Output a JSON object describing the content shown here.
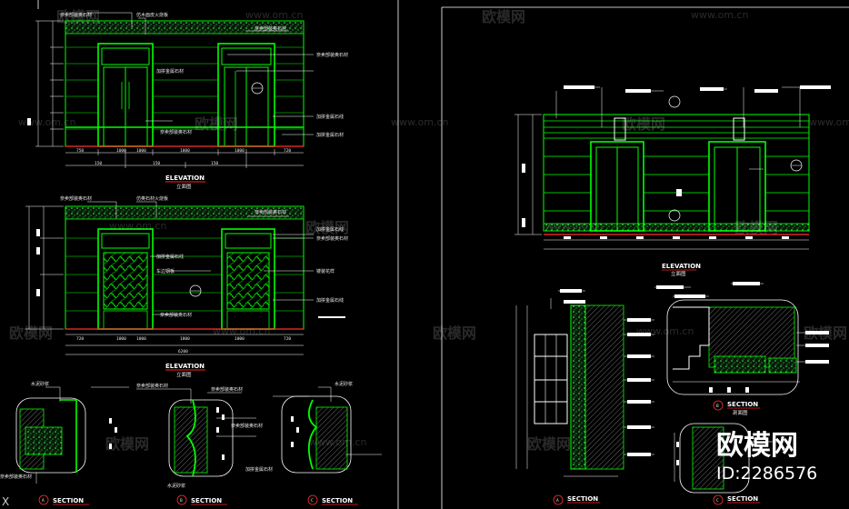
{
  "colors": {
    "background": "#000000",
    "drawing_line": "#00ff00",
    "dimension_line": "#ffffff",
    "red_line": "#ff3030",
    "title_underline": "#ff2020",
    "watermark": "rgba(255,255,255,0.16)"
  },
  "watermark": {
    "text": "欧模网",
    "url": "www.om.cn"
  },
  "branding": {
    "logo_text": "欧模网",
    "id_text": "ID:2286576"
  },
  "elevation_1": {
    "title": "ELEVATION",
    "subtitle": "立面图",
    "labels": {
      "top_left": "奈卖部装奥石材",
      "top_mid": "仿木面皮火烧板",
      "top_right": "奈卖部装奥石材",
      "right_1": "奈卖部装奥石材",
      "door_mid": "加拼金属石材",
      "door_lower": "奈卖部装奥石材",
      "right_3": "加拼金属石线",
      "right_4": "加拼金属石材"
    },
    "dims_bottom": [
      "750",
      "1000",
      "1000",
      "1800",
      "1000",
      "720"
    ],
    "dims_bottom2": [
      "150",
      "150",
      "150"
    ]
  },
  "elevation_2": {
    "title": "ELEVATION",
    "subtitle": "立面图",
    "labels": {
      "top_left": "奈卖部装奥石材",
      "top_mid": "仿奥石材火烧板",
      "top_right": "奈卖部装奥石材",
      "r1": "加拼金属石线",
      "r2": "奈卖部装奥石材",
      "door_mid": "加拼金属石线",
      "screen_left": "车边钢板",
      "screen_right": "镂装花样",
      "r3": "加拼金属石线",
      "door_lower": "奈卖部装奥石材"
    },
    "dims_bottom": [
      "720",
      "1000",
      "1000",
      "1800",
      "1000",
      "720"
    ],
    "dims_total": "6200"
  },
  "sections_small": [
    {
      "letter": "A",
      "title": "SECTION",
      "subtitle": "剖面图",
      "labels": [
        "水泥砂浆",
        "奈卖部装奥石材"
      ]
    },
    {
      "letter": "B",
      "title": "SECTION",
      "subtitle": "剖面图",
      "labels": [
        "奈卖部装奥石材",
        "奈卖部装奥石材",
        "奈卖部装奥石材",
        "水泥砂浆"
      ]
    },
    {
      "letter": "C",
      "title": "SECTION",
      "subtitle": "剖面图",
      "labels": [
        "水泥砂浆",
        "加拼金属石材"
      ]
    }
  ],
  "elevation_3": {
    "title": "ELEVATION",
    "subtitle": "立面图"
  },
  "sections_right": [
    {
      "letter": "A",
      "title": "SECTION",
      "subtitle": "剖面图"
    },
    {
      "letter": "B",
      "title": "SECTION",
      "subtitle": "剖面图"
    },
    {
      "letter": "C",
      "title": "SECTION",
      "subtitle": "剖面图"
    }
  ],
  "misc": {
    "cursor_glyph": "X"
  }
}
